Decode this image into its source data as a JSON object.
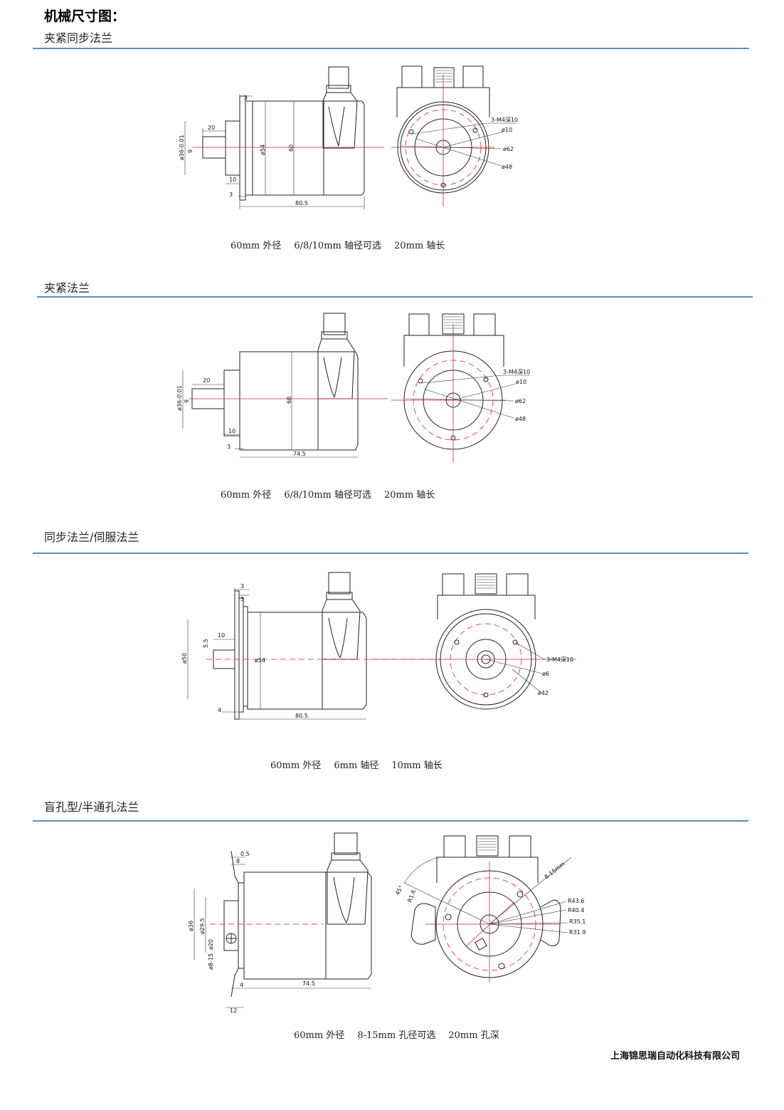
{
  "page": {
    "title": "机械尺寸图：",
    "footer": "上海锦思瑞自动化科技有限公司"
  },
  "sections": [
    {
      "title": "夹紧同步法兰",
      "side_labels": [
        "3",
        "20",
        "ø36-0.01",
        "9",
        "ø54",
        "60",
        "10",
        "3",
        "80.5"
      ],
      "front_labels": [
        "3-M4深10",
        "ø10",
        "ø62",
        "ø48"
      ],
      "caption": [
        "60mm 外径",
        "6/8/10mm 轴径可选",
        "20mm 轴长"
      ]
    },
    {
      "title": "夹紧法兰",
      "side_labels": [
        "20",
        "ø36-0.01",
        "9",
        "60",
        "10",
        "3",
        "74.5"
      ],
      "front_labels": [
        "3-M4深10",
        "ø10",
        "ø62",
        "ø48"
      ],
      "caption": [
        "60mm 外径",
        "6/8/10mm 轴径可选",
        "20mm 轴长"
      ]
    },
    {
      "title": "同步法兰/伺服法兰",
      "side_labels": [
        "3",
        "3",
        "10",
        "5.5",
        "ø50",
        "ø54",
        "4",
        "80.5"
      ],
      "front_labels": [
        "3-M4深10",
        "ø6",
        "ø42"
      ],
      "caption": [
        "60mm 外径",
        "6mm 轴径",
        "10mm 轴长"
      ]
    },
    {
      "title": "盲孔型/半通孔法兰",
      "side_labels": [
        "0.5",
        "8",
        "ø36",
        "ø29.5",
        "ø20",
        "ø8-15",
        "4",
        "74.5",
        "12"
      ],
      "front_labels": [
        "45°",
        "R1.6",
        "8-15mm",
        "R43.6",
        "R40.4",
        "R35.1",
        "R31.9"
      ],
      "caption": [
        "60mm 外径",
        "8-15mm 孔径可选",
        "20mm 孔深"
      ]
    }
  ]
}
